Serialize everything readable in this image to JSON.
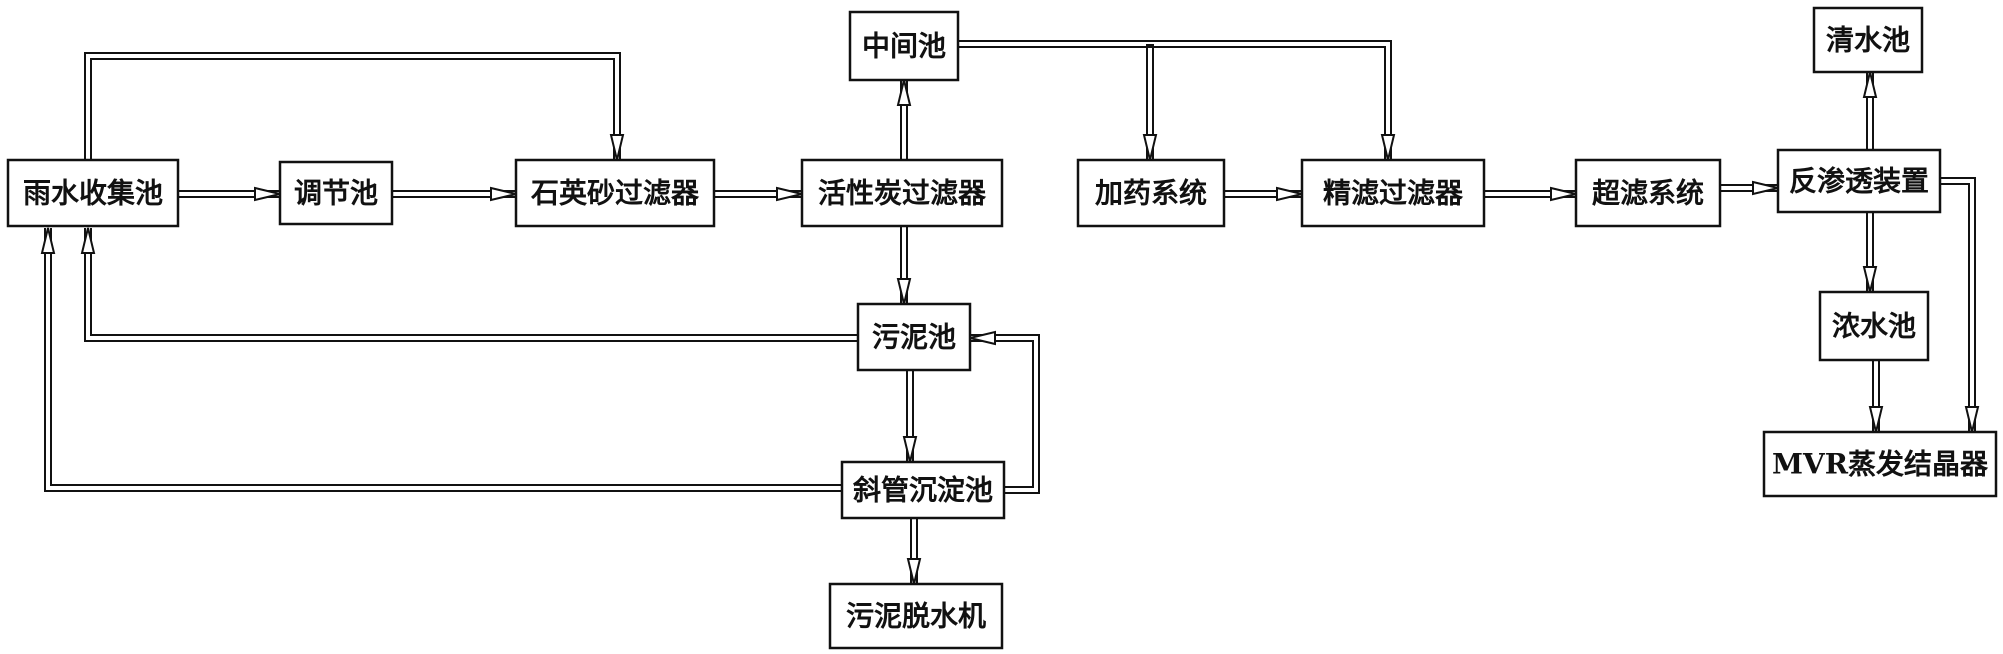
{
  "nodes": {
    "rainwater_tank": "雨水收集池",
    "equalization_tank": "调节池",
    "quartz_sand_filter": "石英砂过滤器",
    "activated_carbon_filter": "活性炭过滤器",
    "intermediate_tank": "中间池",
    "dosing_system": "加药系统",
    "precision_filter": "精滤过滤器",
    "ultrafiltration_system": "超滤系统",
    "reverse_osmosis_unit": "反渗透装置",
    "clear_water_tank": "清水池",
    "concentrate_tank": "浓水池",
    "mvr_crystallizer": "MVR蒸发结晶器",
    "sludge_tank": "污泥池",
    "inclined_tube_settler": "斜管沉淀池",
    "sludge_dewatering_machine": "污泥脱水机"
  },
  "colors": {
    "line": "#111111",
    "background": "#ffffff"
  }
}
